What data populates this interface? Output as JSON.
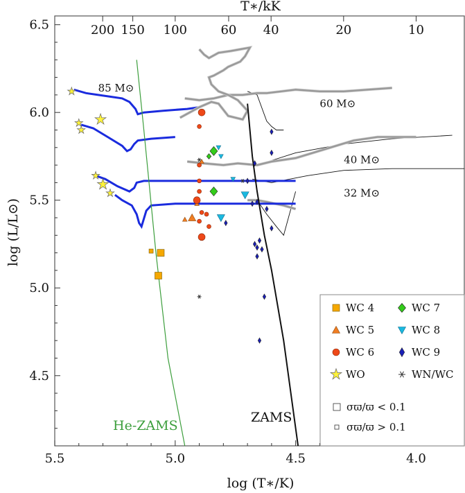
{
  "chart_data": {
    "type": "scatter",
    "xlabel": "log (T∗/K)",
    "ylabel": "log (L/L⊙)",
    "top_xlabel": "T∗/kK",
    "x_range": [
      5.5,
      3.8
    ],
    "y_range": [
      4.1,
      6.55
    ],
    "x_ticks": [
      {
        "value": 5.5,
        "label": "5.5"
      },
      {
        "value": 5.0,
        "label": "5.0"
      },
      {
        "value": 4.5,
        "label": "4.5"
      },
      {
        "value": 4.0,
        "label": "4.0"
      }
    ],
    "y_ticks": [
      {
        "value": 4.5,
        "label": "4.5"
      },
      {
        "value": 5.0,
        "label": "5.0"
      },
      {
        "value": 5.5,
        "label": "5.5"
      },
      {
        "value": 6.0,
        "label": "6.0"
      },
      {
        "value": 6.5,
        "label": "6.5"
      }
    ],
    "top_ticks": [
      {
        "value": 200,
        "label": "200"
      },
      {
        "value": 150,
        "label": "150"
      },
      {
        "value": 100,
        "label": "100"
      },
      {
        "value": 60,
        "label": "60"
      },
      {
        "value": 40,
        "label": "40"
      },
      {
        "value": 20,
        "label": "20"
      },
      {
        "value": 10,
        "label": "10"
      }
    ],
    "legend": {
      "position": "bottom-right",
      "items": [
        {
          "key": "WC4",
          "label": "WC 4",
          "marker": "square",
          "color": "#f5a800"
        },
        {
          "key": "WC7",
          "label": "WC 7",
          "marker": "diamond-large",
          "color": "#33cc1a"
        },
        {
          "key": "WC5",
          "label": "WC 5",
          "marker": "triangle-up",
          "color": "#f07d22"
        },
        {
          "key": "WC8",
          "label": "WC 8",
          "marker": "triangle-down",
          "color": "#1ab9e0"
        },
        {
          "key": "WC6",
          "label": "WC 6",
          "marker": "circle",
          "color": "#ee4818"
        },
        {
          "key": "WC9",
          "label": "WC 9",
          "marker": "diamond",
          "color": "#1a1fb8"
        },
        {
          "key": "WO",
          "label": "WO",
          "marker": "star",
          "color": "#fff33a"
        },
        {
          "key": "WNWC",
          "label": "WN/WC",
          "marker": "asterisk",
          "color": "#333333"
        }
      ],
      "size_notes": [
        "σϖ/ϖ < 0.1",
        "σϖ/ϖ > 0.1"
      ]
    },
    "series": [
      {
        "name": "WC 4",
        "marker": "square",
        "color": "#f5a800",
        "points": [
          [
            5.06,
            5.2,
            1
          ],
          [
            5.1,
            5.21,
            0
          ],
          [
            5.07,
            5.07,
            1
          ]
        ]
      },
      {
        "name": "WC 5",
        "marker": "triangle-up",
        "color": "#f07d22",
        "points": [
          [
            4.93,
            5.4,
            1
          ],
          [
            4.96,
            5.39,
            0
          ],
          [
            4.89,
            5.72,
            0
          ],
          [
            4.91,
            5.48,
            0
          ]
        ]
      },
      {
        "name": "WC 6",
        "marker": "circle",
        "color": "#ee4818",
        "points": [
          [
            4.89,
            6.0,
            1
          ],
          [
            4.9,
            5.92,
            0
          ],
          [
            4.9,
            5.7,
            0
          ],
          [
            4.9,
            5.61,
            0
          ],
          [
            4.9,
            5.55,
            0
          ],
          [
            4.91,
            5.5,
            1
          ],
          [
            4.89,
            5.43,
            0
          ],
          [
            4.9,
            5.38,
            0
          ],
          [
            4.87,
            5.42,
            0
          ],
          [
            4.86,
            5.35,
            0
          ],
          [
            4.89,
            5.29,
            1
          ]
        ]
      },
      {
        "name": "WC 7",
        "marker": "diamond-large",
        "color": "#33cc1a",
        "points": [
          [
            4.84,
            5.78,
            1
          ],
          [
            4.86,
            5.75,
            0
          ],
          [
            4.84,
            5.55,
            1
          ]
        ]
      },
      {
        "name": "WC 8",
        "marker": "triangle-down",
        "color": "#1ab9e0",
        "points": [
          [
            4.82,
            5.8,
            0
          ],
          [
            4.81,
            5.75,
            0
          ],
          [
            4.76,
            5.62,
            0
          ],
          [
            4.81,
            5.4,
            1
          ],
          [
            4.71,
            5.53,
            1
          ]
        ]
      },
      {
        "name": "WC 9",
        "marker": "diamond",
        "color": "#1a1fb8",
        "points": [
          [
            4.79,
            5.37,
            0
          ],
          [
            4.6,
            5.89,
            0
          ],
          [
            4.6,
            5.77,
            0
          ],
          [
            4.67,
            5.71,
            0
          ],
          [
            4.66,
            5.49,
            0
          ],
          [
            4.68,
            5.48,
            0
          ],
          [
            4.62,
            5.45,
            0
          ],
          [
            4.6,
            5.34,
            0
          ],
          [
            4.65,
            5.27,
            0
          ],
          [
            4.67,
            5.25,
            0
          ],
          [
            4.66,
            5.23,
            0
          ],
          [
            4.64,
            5.22,
            0
          ],
          [
            4.66,
            5.18,
            0
          ],
          [
            4.63,
            4.95,
            0
          ],
          [
            4.65,
            4.7,
            0
          ],
          [
            4.7,
            5.61,
            0
          ]
        ]
      },
      {
        "name": "WO",
        "marker": "star",
        "color": "#fff33a",
        "points": [
          [
            5.43,
            6.12,
            0
          ],
          [
            5.4,
            5.94,
            0
          ],
          [
            5.39,
            5.9,
            0
          ],
          [
            5.31,
            5.96,
            1
          ],
          [
            5.33,
            5.64,
            0
          ],
          [
            5.3,
            5.59,
            1
          ],
          [
            5.27,
            5.54,
            0
          ]
        ]
      },
      {
        "name": "WN/WC",
        "marker": "asterisk",
        "color": "#333333",
        "points": [
          [
            4.9,
            5.73,
            0
          ],
          [
            4.72,
            5.61,
            0
          ],
          [
            4.9,
            4.95,
            0
          ]
        ]
      }
    ],
    "tracks": [
      {
        "label": "85 M⊙",
        "label_at": [
          5.32,
          6.12
        ],
        "blue": [
          [
            5.42,
            6.13
          ],
          [
            5.37,
            6.11
          ],
          [
            5.27,
            6.09
          ],
          [
            5.22,
            6.08
          ],
          [
            5.19,
            6.06
          ],
          [
            5.165,
            6.02
          ],
          [
            5.155,
            5.99
          ],
          [
            5.13,
            6.0
          ],
          [
            5.05,
            6.01
          ],
          [
            4.95,
            6.02
          ],
          [
            4.9,
            6.03
          ]
        ],
        "grey": [
          [
            4.96,
            6.08
          ],
          [
            4.9,
            6.07
          ],
          [
            4.84,
            6.08
          ],
          [
            4.78,
            6.1
          ],
          [
            4.72,
            6.1
          ],
          [
            4.66,
            6.11
          ],
          [
            4.62,
            6.11
          ],
          [
            4.56,
            6.12
          ],
          [
            4.5,
            6.13
          ],
          [
            4.4,
            6.12
          ],
          [
            4.3,
            6.12
          ],
          [
            4.2,
            6.13
          ],
          [
            4.1,
            6.14
          ]
        ]
      },
      {
        "label": "60 M⊙",
        "label_at": [
          4.4,
          6.03
        ],
        "blue": [
          [
            5.39,
            5.93
          ],
          [
            5.34,
            5.91
          ],
          [
            5.28,
            5.86
          ],
          [
            5.22,
            5.81
          ],
          [
            5.2,
            5.78
          ],
          [
            5.185,
            5.79
          ],
          [
            5.17,
            5.82
          ],
          [
            5.155,
            5.84
          ],
          [
            5.1,
            5.85
          ],
          [
            5.0,
            5.86
          ]
        ],
        "grey": [
          [
            4.9,
            6.36
          ],
          [
            4.88,
            6.33
          ],
          [
            4.86,
            6.31
          ],
          [
            4.82,
            6.34
          ],
          [
            4.77,
            6.35
          ],
          [
            4.73,
            6.36
          ],
          [
            4.69,
            6.37
          ],
          [
            4.71,
            6.32
          ],
          [
            4.73,
            6.29
          ],
          [
            4.78,
            6.26
          ],
          [
            4.8,
            6.24
          ],
          [
            4.84,
            6.21
          ],
          [
            4.86,
            6.2
          ],
          [
            4.85,
            6.16
          ],
          [
            4.82,
            6.12
          ],
          [
            4.78,
            6.1
          ],
          [
            4.74,
            6.07
          ],
          [
            4.7,
            6.01
          ],
          [
            4.72,
            5.96
          ],
          [
            4.78,
            5.98
          ],
          [
            4.82,
            6.05
          ],
          [
            4.85,
            6.06
          ],
          [
            4.9,
            6.03
          ],
          [
            4.98,
            5.97
          ]
        ]
      },
      {
        "label": "40 M⊙",
        "label_at": [
          4.3,
          5.71
        ],
        "blue": [
          [
            5.33,
            5.64
          ],
          [
            5.29,
            5.62
          ],
          [
            5.24,
            5.58
          ],
          [
            5.19,
            5.55
          ],
          [
            5.17,
            5.57
          ],
          [
            5.16,
            5.6
          ],
          [
            5.13,
            5.61
          ],
          [
            5.05,
            5.61
          ],
          [
            4.95,
            5.61
          ],
          [
            4.85,
            5.61
          ],
          [
            4.75,
            5.61
          ],
          [
            4.65,
            5.61
          ],
          [
            4.5,
            5.61
          ]
        ],
        "grey": [
          [
            4.95,
            5.72
          ],
          [
            4.88,
            5.71
          ],
          [
            4.8,
            5.7
          ],
          [
            4.74,
            5.71
          ],
          [
            4.66,
            5.7
          ],
          [
            4.6,
            5.72
          ],
          [
            4.5,
            5.74
          ],
          [
            4.38,
            5.79
          ],
          [
            4.26,
            5.84
          ],
          [
            4.16,
            5.86
          ],
          [
            4.0,
            5.86
          ]
        ]
      },
      {
        "label": "32 M⊙",
        "label_at": [
          4.3,
          5.52
        ],
        "blue": [
          [
            5.25,
            5.53
          ],
          [
            5.22,
            5.5
          ],
          [
            5.18,
            5.47
          ],
          [
            5.16,
            5.42
          ],
          [
            5.15,
            5.37
          ],
          [
            5.14,
            5.35
          ],
          [
            5.12,
            5.44
          ],
          [
            5.1,
            5.47
          ],
          [
            5.0,
            5.48
          ],
          [
            4.9,
            5.48
          ],
          [
            4.8,
            5.48
          ],
          [
            4.7,
            5.48
          ],
          [
            4.6,
            5.48
          ],
          [
            4.5,
            5.48
          ]
        ],
        "grey": [
          [
            4.7,
            5.5
          ],
          [
            4.66,
            5.5
          ],
          [
            4.62,
            5.49
          ],
          [
            4.55,
            5.47
          ],
          [
            4.5,
            5.45
          ]
        ]
      }
    ],
    "main_sequence": {
      "zams_label": "ZAMS",
      "he_zams_label": "He-ZAMS"
    }
  }
}
